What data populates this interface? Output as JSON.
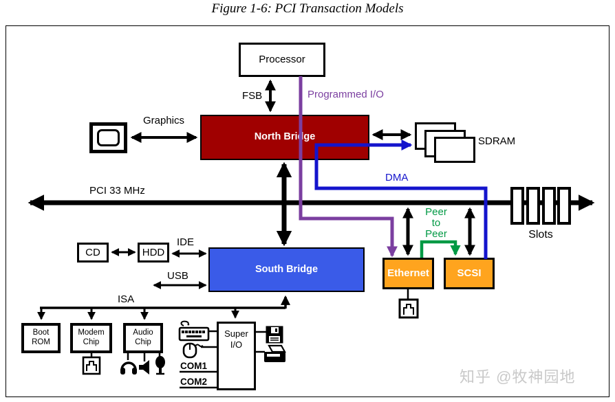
{
  "title": "Figure 1-6: PCI Transaction Models",
  "watermark": "知乎 @牧神园地",
  "colors": {
    "north_bridge_fill": "#A00000",
    "south_bridge_fill": "#3A5BE8",
    "card_fill": "#FFA41E",
    "programmed_io_purple": "#7B3FA0",
    "dma_blue": "#1414CC",
    "peer_green": "#009944"
  },
  "nodes": {
    "processor": "Processor",
    "north_bridge": "North Bridge",
    "south_bridge": "South Bridge",
    "sdram": "SDRAM",
    "cd": "CD",
    "hdd": "HDD",
    "boot_rom1": "Boot",
    "boot_rom2": "ROM",
    "modem1": "Modem",
    "modem2": "Chip",
    "audio1": "Audio",
    "audio2": "Chip",
    "superio1": "Super",
    "superio2": "I/O",
    "ethernet": "Ethernet",
    "scsi": "SCSI",
    "slots": "Slots"
  },
  "labels": {
    "fsb": "FSB",
    "programmed_io": "Programmed I/O",
    "graphics": "Graphics",
    "dma": "DMA",
    "pci_bus": "PCI 33 MHz",
    "ide": "IDE",
    "usb": "USB",
    "isa": "ISA",
    "com1": "COM1",
    "com2": "COM2",
    "peer1": "Peer",
    "peer2": "to",
    "peer3": "Peer"
  }
}
